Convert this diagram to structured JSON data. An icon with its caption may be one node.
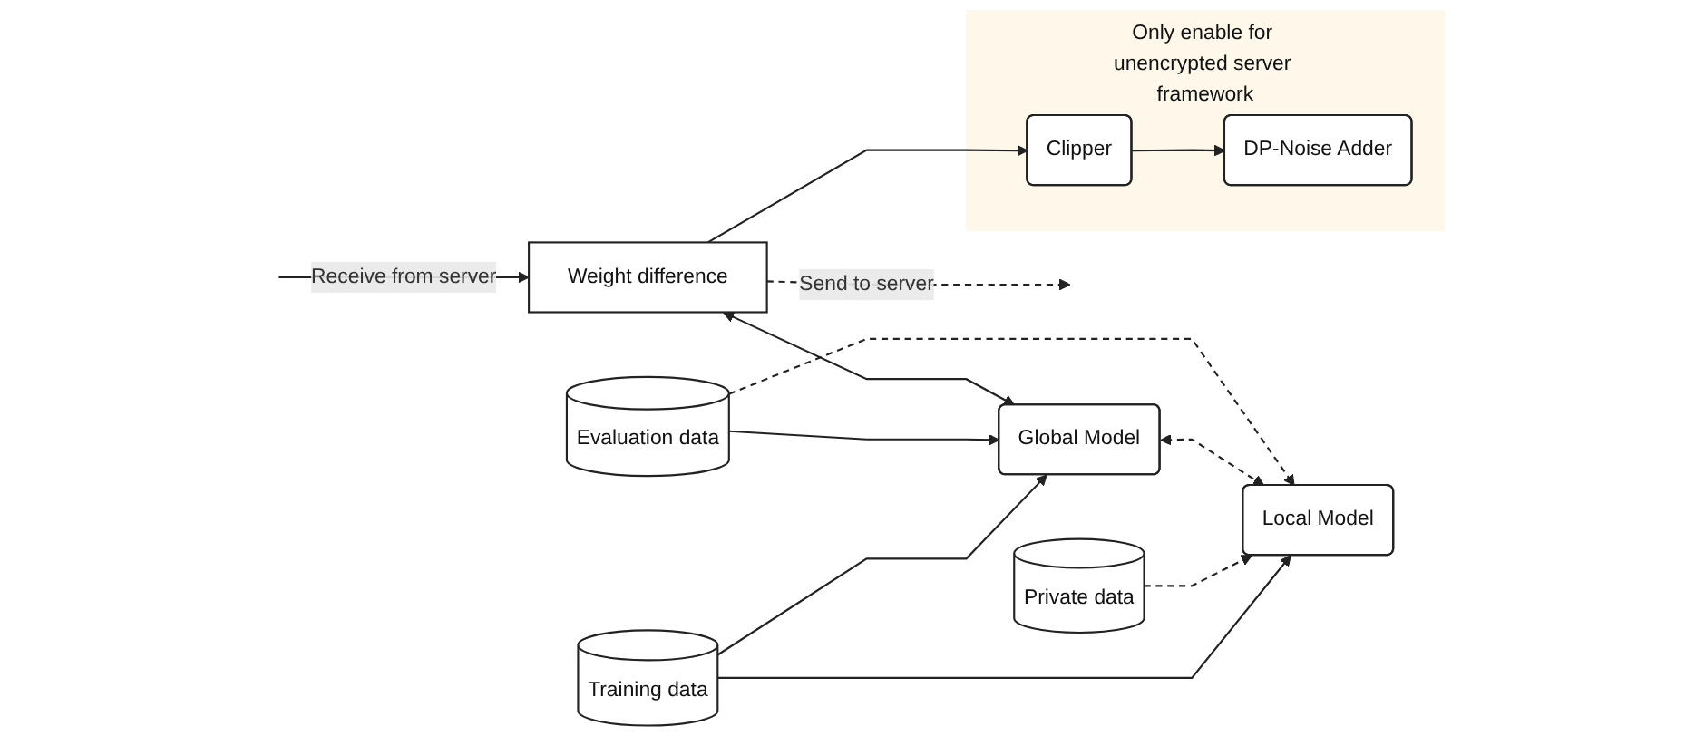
{
  "diagram": {
    "nodes": [
      {
        "text": [
          "Only enable for unencrypted server framework"
        ]
      },
      {
        "text": [
          "DP-Noise Adder"
        ],
        "in": 0
      },
      {
        "text": [
          "Clipper"
        ],
        "in": 0
      },
      {
        "text": [
          "Weight difference"
        ]
      },
      {
        "text": [
          "Evaluation data"
        ]
      },
      {
        "text": [
          "Global Model"
        ]
      },
      {
        "text": [
          "Local Model"
        ]
      },
      {
        "text": [
          "Private data"
        ]
      },
      {
        "text": [
          "Training data"
        ]
      }
    ],
    "edges": [
      {
        "from": null,
        "to": 3,
        "arrow": "to",
        "label": "Receive from server"
      },
      {
        "from": 3,
        "to": 2,
        "arrow": "to"
      },
      {
        "from": 2,
        "to": 1,
        "arrow": "to"
      },
      {
        "from": 3,
        "to": null,
        "arrow": "to",
        "label": "Send to server",
        "style": "dashed"
      },
      {
        "from": 3,
        "to": 5,
        "arrow": "both"
      },
      {
        "from": 4,
        "to": 5,
        "arrow": "to"
      },
      {
        "from": 4,
        "to": 6,
        "arrow": "to",
        "style": "dashed"
      },
      {
        "from": 5,
        "to": 6,
        "arrow": "both",
        "style": "dashed"
      },
      {
        "from": 7,
        "to": 6,
        "arrow": "to",
        "style": "dashed"
      },
      {
        "from": 8,
        "to": 5,
        "arrow": "to"
      },
      {
        "from": 8,
        "to": 6,
        "arrow": "to"
      }
    ]
  }
}
